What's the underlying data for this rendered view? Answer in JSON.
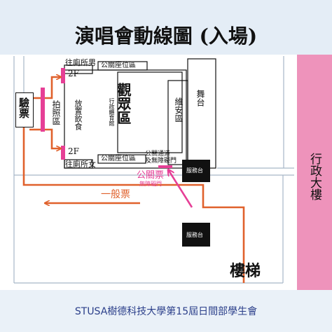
{
  "title": "演唱會動線圖 (入場)",
  "footer": "STUSA樹德科技大學第15屆日間部學生會",
  "labels": {
    "check_ticket": "驗票",
    "restroom_male": "往廁所男",
    "restroom_female": "往廁所女",
    "floor_top": "2F",
    "floor_bottom": "2F",
    "photo_zone": "拍照區",
    "food": "放置飲食",
    "seats_top": "公關座位區",
    "seats_bottom": "公關座位區",
    "audience": "觀眾區",
    "gym": "行政體育館",
    "security": "維安區",
    "stage": "舞台",
    "pr_passage_1": "公關通道",
    "pr_passage_2": "及無障礙門",
    "service_1": "服務台",
    "service_2": "服務台",
    "pr_ticket": "公關票",
    "pr_ticket_sub": "無障礙門",
    "general_ticket": "一般票",
    "stairs": "樓梯",
    "admin_building": "行政大樓"
  },
  "colors": {
    "header_bg": "#e4edf6",
    "footer_bg": "#eaf1f8",
    "building": "#ee93bb",
    "general_route": "#e0612c",
    "pr_route": "#e63f96",
    "outline": "#a7b6c7",
    "text": "#111111",
    "service_desk": "#111111"
  },
  "icons": [
    "arrow-icon",
    "route-line"
  ]
}
